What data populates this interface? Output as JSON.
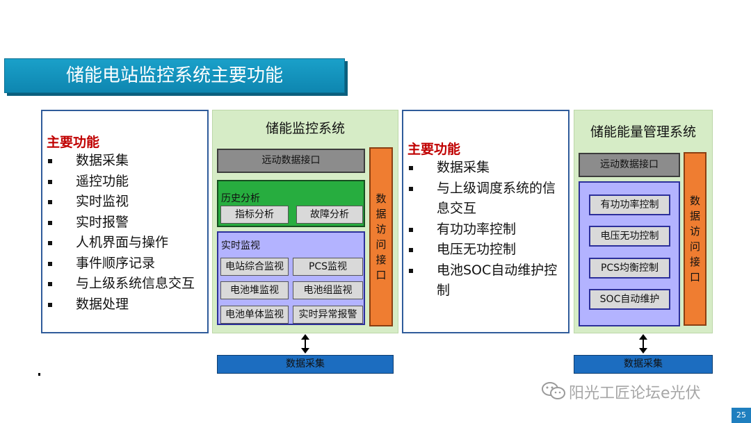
{
  "title": "储能电站监控系统主要功能",
  "left_functions": {
    "heading": "主要功能",
    "items": [
      "数据采集",
      "遥控功能",
      "实时监视",
      "实时报警",
      "人机界面与操作",
      "事件顺序记录",
      "与上级系统信息交互",
      "数据处理"
    ]
  },
  "monitoring_system": {
    "title": "储能监控系统",
    "remote_interface": "远动数据接口",
    "history": {
      "label": "历史分析",
      "items": [
        "指标分析",
        "故障分析"
      ]
    },
    "realtime": {
      "label": "实时监视",
      "items": [
        "电站综合监视",
        "PCS监视",
        "电池堆监视",
        "电池组监视",
        "电池单体监视",
        "实时异常报警"
      ]
    },
    "data_access": [
      "数",
      "据",
      "访",
      "问",
      "接",
      "口"
    ],
    "data_collection": "数据采集"
  },
  "right_functions": {
    "heading": "主要功能",
    "items": [
      "数据采集",
      "与上级调度系统的信息交互",
      "有功功率控制",
      "电压无功控制",
      "电池SOC自动维护控制"
    ]
  },
  "energy_management_system": {
    "title": "储能能量管理系统",
    "remote_interface": "远动数据接口",
    "items": [
      "有功功率控制",
      "电压无功控制",
      "PCS均衡控制",
      "SOC自动维护"
    ],
    "data_access": [
      "数",
      "据",
      "访",
      "问",
      "接",
      "口"
    ],
    "data_collection": "数据采集"
  },
  "watermark": "阳光工匠论坛e光伏",
  "page_number": "25",
  "colors": {
    "title_bar": "#1aa0c9",
    "heading_red": "#c00000",
    "panel_green": "#d6ecc6",
    "history_green": "#27ad3f",
    "realtime_purple": "#b3b3ff",
    "access_orange": "#ef7d31",
    "collection_blue": "#1c6dc0",
    "page_badge": "#1f7fbf"
  }
}
